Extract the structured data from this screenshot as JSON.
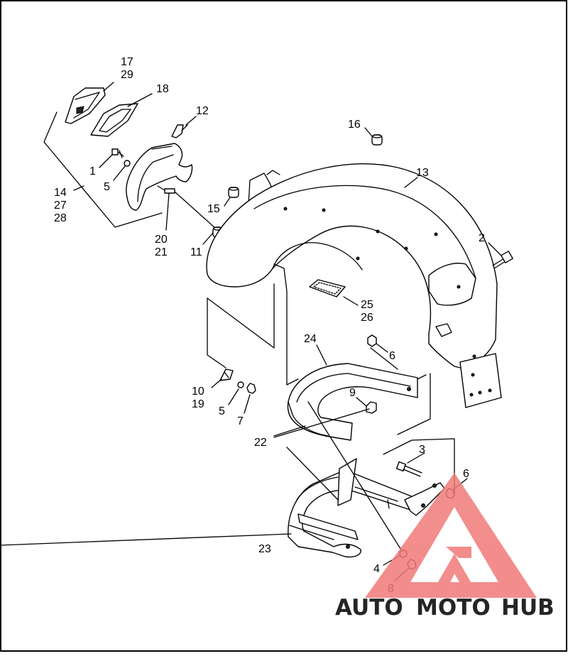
{
  "callouts": [
    {
      "id": "c17",
      "lines": [
        "17",
        "29"
      ]
    },
    {
      "id": "c18",
      "lines": [
        "18"
      ]
    },
    {
      "id": "c12",
      "lines": [
        "12"
      ]
    },
    {
      "id": "c16",
      "lines": [
        "16"
      ]
    },
    {
      "id": "c1",
      "lines": [
        "1"
      ]
    },
    {
      "id": "c13",
      "lines": [
        "13"
      ]
    },
    {
      "id": "c5a",
      "lines": [
        "5"
      ]
    },
    {
      "id": "c14",
      "lines": [
        "14",
        "27",
        "28"
      ]
    },
    {
      "id": "c15",
      "lines": [
        "15"
      ]
    },
    {
      "id": "c2",
      "lines": [
        "2"
      ]
    },
    {
      "id": "c20",
      "lines": [
        "20",
        "21"
      ]
    },
    {
      "id": "c11",
      "lines": [
        "11"
      ]
    },
    {
      "id": "c25",
      "lines": [
        "25",
        "26"
      ]
    },
    {
      "id": "c24",
      "lines": [
        "24"
      ]
    },
    {
      "id": "c6a",
      "lines": [
        "6"
      ]
    },
    {
      "id": "c9",
      "lines": [
        "9"
      ]
    },
    {
      "id": "c10",
      "lines": [
        "10",
        "19"
      ]
    },
    {
      "id": "c5b",
      "lines": [
        "5"
      ]
    },
    {
      "id": "c7",
      "lines": [
        "7"
      ]
    },
    {
      "id": "c22",
      "lines": [
        "22"
      ]
    },
    {
      "id": "c3",
      "lines": [
        "3"
      ]
    },
    {
      "id": "c6b",
      "lines": [
        "6"
      ]
    },
    {
      "id": "c23",
      "lines": [
        "23"
      ]
    },
    {
      "id": "c4",
      "lines": [
        "4"
      ]
    },
    {
      "id": "c8",
      "lines": [
        "8"
      ]
    }
  ],
  "watermark": {
    "part1": "AUTO",
    "part2": "MOTO",
    "part3": "HUB",
    "color_orange": "#f6b24a",
    "color_red": "#e8493d",
    "color_gray": "#8a8a8a",
    "triangle_color": "#f07a78"
  }
}
